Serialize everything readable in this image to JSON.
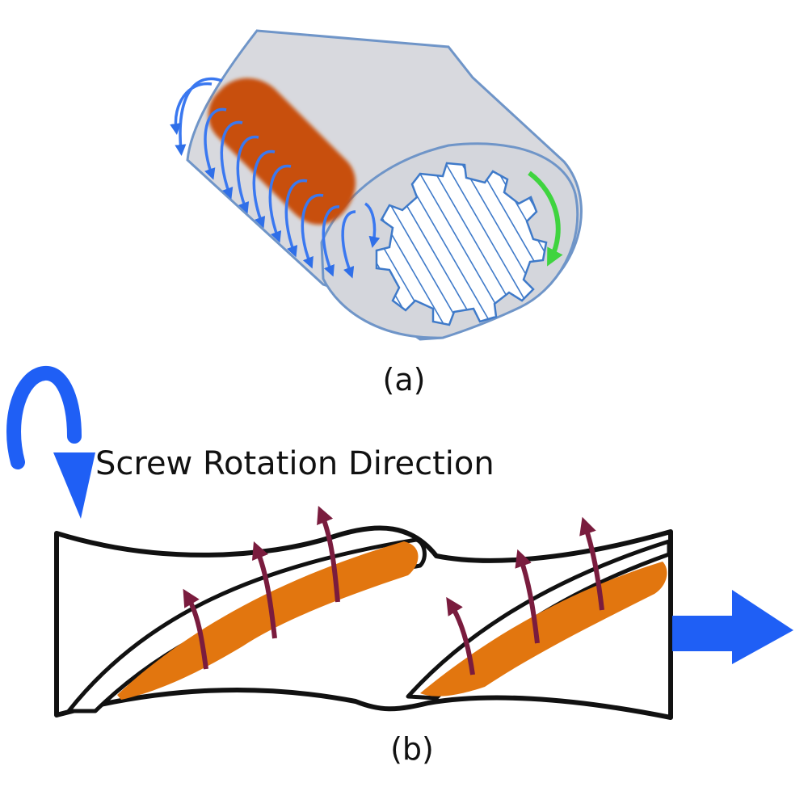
{
  "captions": {
    "panel_a": "(a)",
    "panel_b": "(b)",
    "rotation_label": "Screw Rotation Direction"
  },
  "colors": {
    "barrel_fill": "#d8d9de",
    "outline": "#6f95c8",
    "melt_orange": "#c84f0d",
    "film_orange": "#e2760f",
    "flow_arrow_blue": "#3a78f0",
    "rotation_arrow_green": "#3fd43f",
    "big_arrow_blue": "#1f5ff5",
    "melt_arrow_maroon": "#7a1c3e",
    "screw_outline": "#111111"
  },
  "icons": {
    "rotation_indicator": "curved-arrow-icon",
    "output_direction": "right-arrow-icon"
  }
}
